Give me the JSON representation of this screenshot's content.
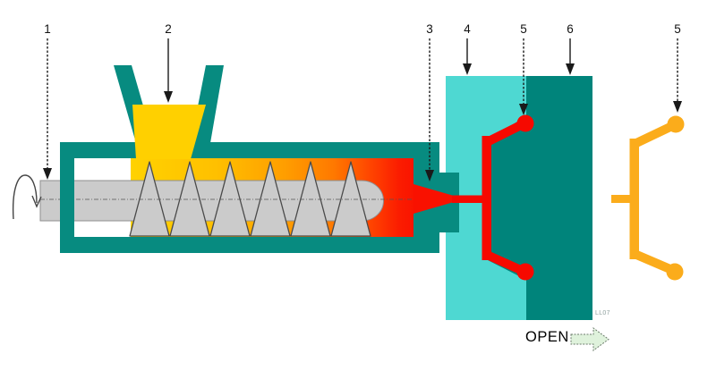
{
  "diagram": {
    "type": "injection-molding-machine-schematic",
    "callouts": {
      "screw": "1",
      "hopper": "2",
      "nozzle": "3",
      "mold_fixed_half": "4",
      "part_in_mold": "5",
      "mold_moving_half": "6",
      "ejected_part": "5"
    },
    "status": {
      "open_label": "OPEN"
    },
    "code": "LL07",
    "colors": {
      "machine_teal": "#078B80",
      "mold_fixed_cyan": "#4ED8D2",
      "mold_moving_teal": "#00847B",
      "material_yellow": "#FFD000",
      "material_orange": "#FF9D00",
      "melt_red": "#F91100",
      "part_red": "#F60900",
      "ejected_part_orange": "#FBAC1B",
      "screw_gray": "#CBCBCB",
      "open_arrow_fill": "#DFF2DC"
    }
  }
}
